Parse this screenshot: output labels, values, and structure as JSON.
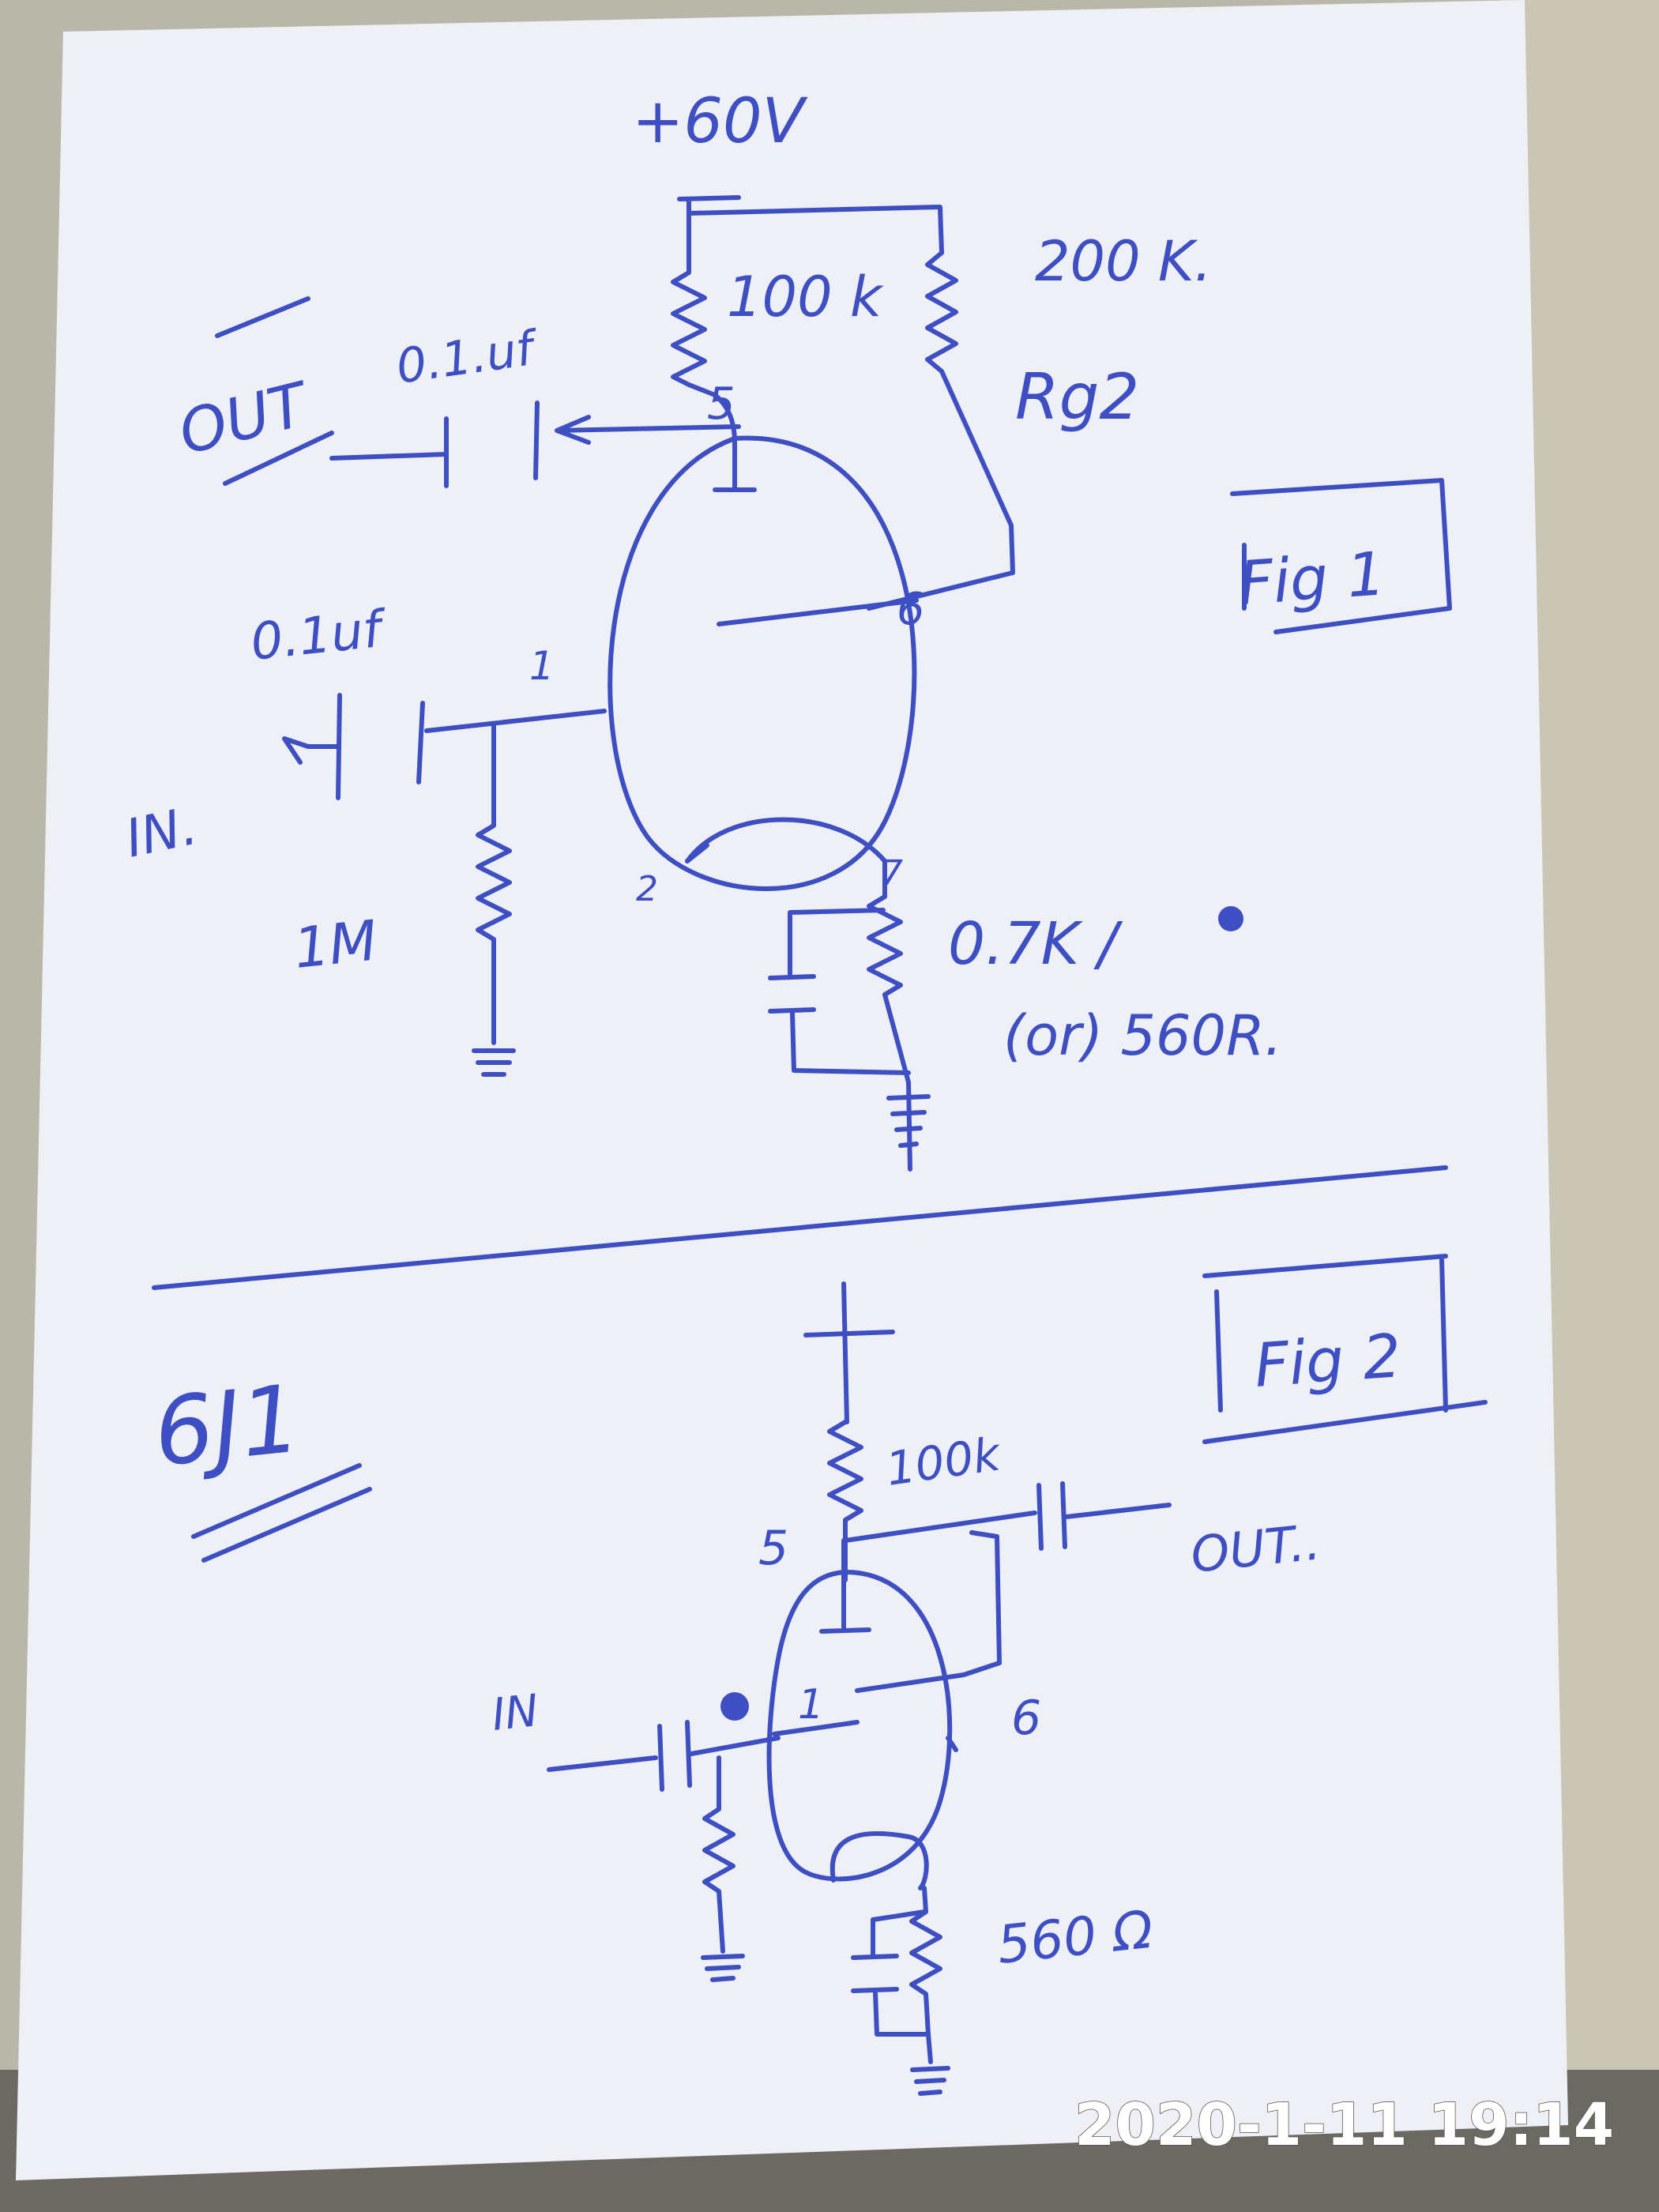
{
  "fig1": {
    "supply": "+60V",
    "plate_resistor": "100 k",
    "screen_resistor": "200 K.",
    "screen_resistor_name": "Rg2",
    "out_label": "OUT",
    "out_cap": "0.1.uf",
    "in_cap": "0.1uf",
    "in_label": "IN.",
    "grid_resistor": "1M",
    "cathode_resistor_1": "0.7K /",
    "cathode_resistor_2": "(or) 560R.",
    "pin_plate": "5",
    "pin_screen": "6",
    "pin_grid": "1",
    "pin_heater": "2",
    "pin_cathode": "7",
    "fig_label": "Fig 1"
  },
  "tube_name": "6J1",
  "fig2": {
    "plate_resistor": "100k",
    "out_label": "OUT..",
    "in_label": "IN",
    "cathode_resistor": "560 Ω",
    "pin_plate": "5",
    "pin_screen": "6",
    "pin_grid": "1",
    "fig_label": "Fig 2"
  },
  "timestamp": "2020-1-11 19:14",
  "colors": {
    "ink": "#3d4fc2",
    "paper": "#f1f1f5",
    "background": "#b9b6aa"
  }
}
